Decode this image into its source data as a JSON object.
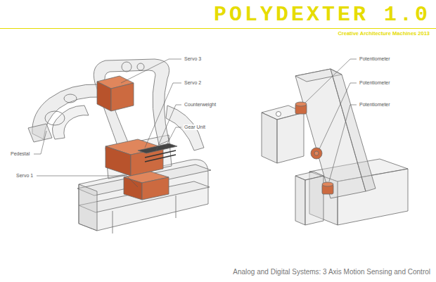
{
  "diagram": {
    "title": "POLYDEXTER 1.0",
    "caption": "Analog and Digital Systems: 3 Axis Motion Sensing and Control",
    "labels": [
      "Creative Architecture Machines 2013",
      "Servo 3",
      "Servo 2",
      "Counterweight",
      "Gear Unit",
      "Pedestal",
      "Servo 1",
      "Potentiometer",
      "Potentiometer",
      "Potentiometer"
    ]
  }
}
